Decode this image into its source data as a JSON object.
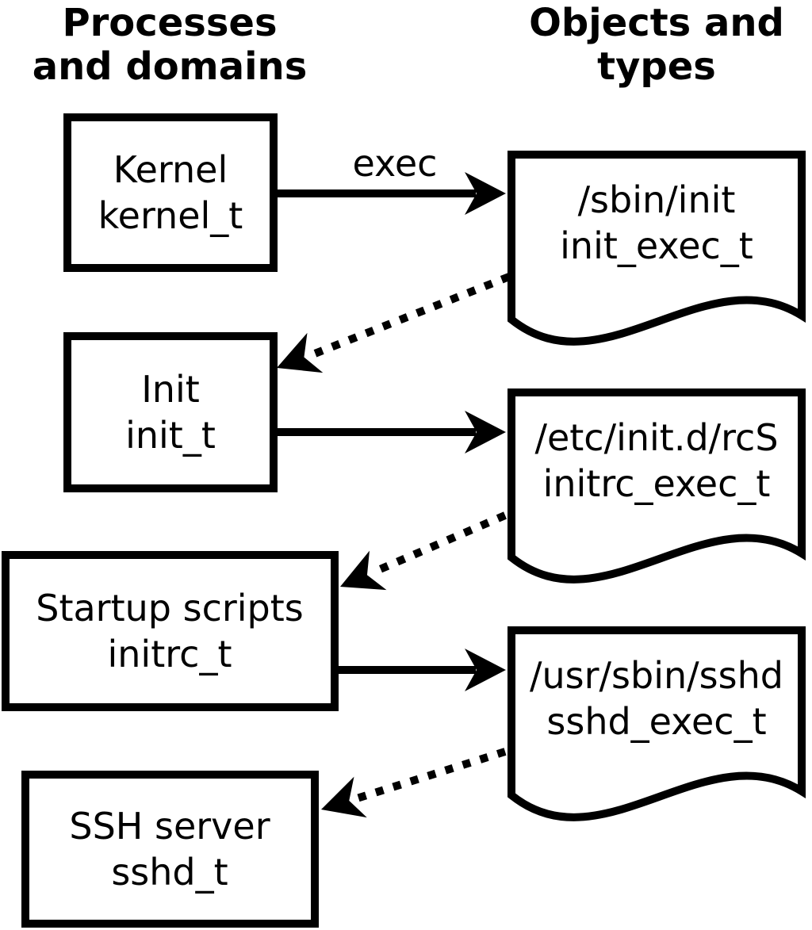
{
  "headers": {
    "left": {
      "line1": "Processes",
      "line2": "and domains"
    },
    "right": {
      "line1": "Objects and",
      "line2": "types"
    }
  },
  "processes": [
    {
      "name": "Kernel",
      "domain": "kernel_t"
    },
    {
      "name": "Init",
      "domain": "init_t"
    },
    {
      "name": "Startup scripts",
      "domain": "initrc_t"
    },
    {
      "name": "SSH server",
      "domain": "sshd_t"
    }
  ],
  "objects": [
    {
      "path": "/sbin/init",
      "type": "init_exec_t"
    },
    {
      "path": "/etc/init.d/rcS",
      "type": "initrc_exec_t"
    },
    {
      "path": "/usr/sbin/sshd",
      "type": "sshd_exec_t"
    }
  ],
  "labels": {
    "exec": "exec"
  },
  "colors": {
    "ink": "#000000",
    "background": "#ffffff"
  }
}
